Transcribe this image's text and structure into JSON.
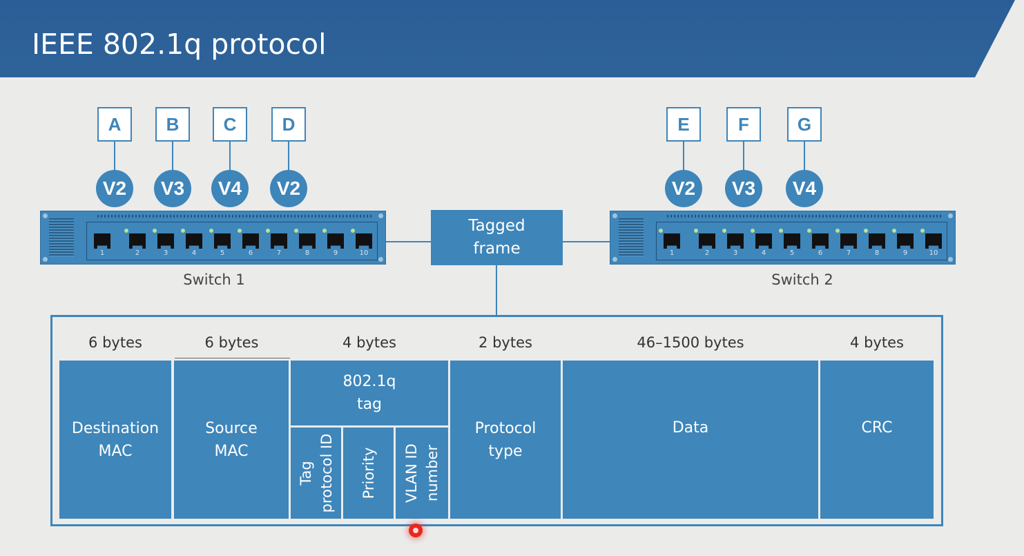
{
  "title": "IEEE 802.1q protocol",
  "switch1": {
    "label": "Switch 1",
    "hosts": [
      {
        "name": "A",
        "vlan": "V2"
      },
      {
        "name": "B",
        "vlan": "V3"
      },
      {
        "name": "C",
        "vlan": "V4"
      },
      {
        "name": "D",
        "vlan": "V2"
      }
    ],
    "ports": [
      "1",
      "2",
      "3",
      "4",
      "5",
      "6",
      "7",
      "8",
      "9",
      "10"
    ]
  },
  "switch2": {
    "label": "Switch 2",
    "hosts": [
      {
        "name": "E",
        "vlan": "V2"
      },
      {
        "name": "F",
        "vlan": "V3"
      },
      {
        "name": "G",
        "vlan": "V4"
      }
    ],
    "ports": [
      "1",
      "2",
      "3",
      "4",
      "5",
      "6",
      "7",
      "8",
      "9",
      "10"
    ]
  },
  "tagged_frame": {
    "line1": "Tagged",
    "line2": "frame"
  },
  "frame": {
    "sizes": [
      "6 bytes",
      "6 bytes",
      "4 bytes",
      "2 bytes",
      "46–1500 bytes",
      "4 bytes"
    ],
    "dest_mac": {
      "line1": "Destination",
      "line2": "MAC"
    },
    "src_mac": {
      "line1": "Source",
      "line2": "MAC"
    },
    "tag": {
      "title_line1": "802.1q",
      "title_line2": "tag",
      "tpid": {
        "line1": "Tag",
        "line2": "protocol ID"
      },
      "priority": "Priority",
      "vlan_id": {
        "line1": "VLAN ID",
        "line2": "number"
      }
    },
    "protocol_type": {
      "line1": "Protocol",
      "line2": "type"
    },
    "data": "Data",
    "crc": "CRC"
  }
}
